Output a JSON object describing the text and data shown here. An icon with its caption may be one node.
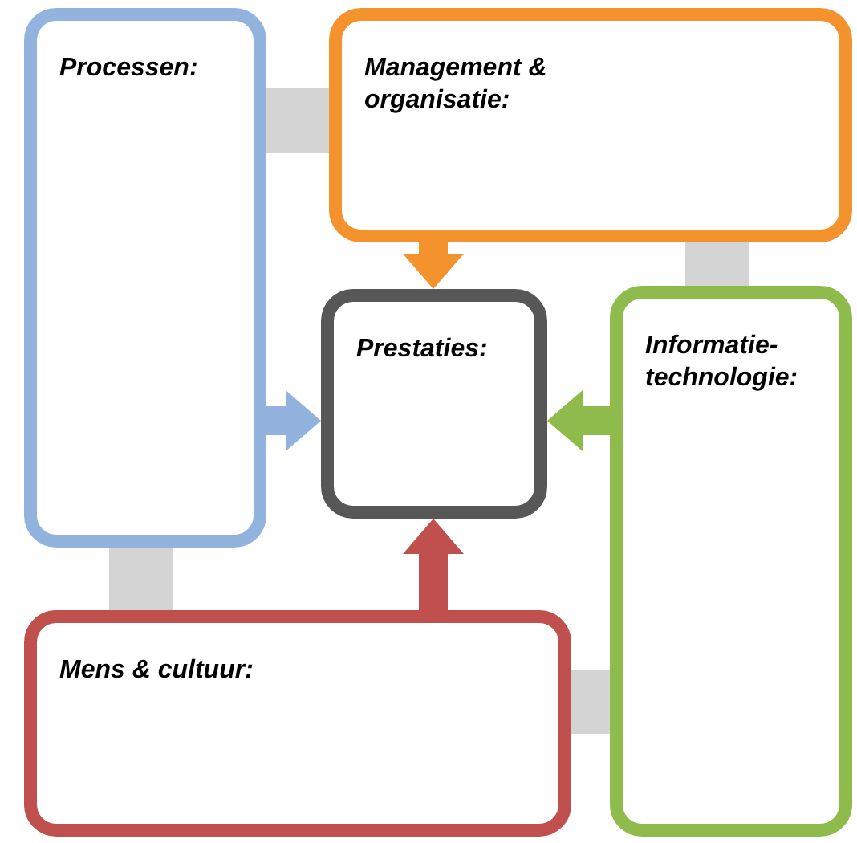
{
  "diagram": {
    "nodes": [
      {
        "text": [
          "Processen:"
        ]
      },
      {
        "text": [
          "Management & organisatie:"
        ]
      },
      {
        "text": [
          "Prestaties:"
        ]
      },
      {
        "text": [
          "Informatie-technologie:"
        ]
      },
      {
        "text": [
          "Mens & cultuur:"
        ]
      }
    ],
    "edges": [
      {
        "from": 1,
        "to": 2,
        "arrow": "to",
        "color": "#f4922e"
      },
      {
        "from": 0,
        "to": 2,
        "arrow": "to",
        "color": "#92b3dd"
      },
      {
        "from": 3,
        "to": 2,
        "arrow": "to",
        "color": "#8fbb4c"
      },
      {
        "from": 4,
        "to": 2,
        "arrow": "to",
        "color": "#c0504d"
      },
      {
        "from": 0,
        "to": 1,
        "arrow": "none",
        "style": "thick",
        "color": "#d4d4d4"
      },
      {
        "from": 1,
        "to": 3,
        "arrow": "none",
        "style": "thick",
        "color": "#d4d4d4"
      },
      {
        "from": 0,
        "to": 4,
        "arrow": "none",
        "style": "thick",
        "color": "#d4d4d4"
      },
      {
        "from": 4,
        "to": 3,
        "arrow": "none",
        "style": "thick",
        "color": "#d4d4d4"
      }
    ]
  }
}
